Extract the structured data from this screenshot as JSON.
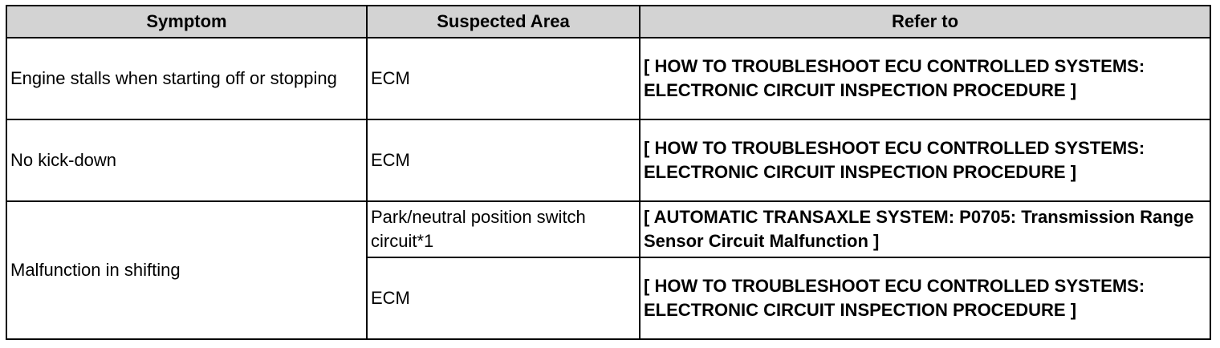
{
  "table": {
    "headers": [
      "Symptom",
      "Suspected Area",
      "Refer to"
    ],
    "rows": [
      {
        "symptom": "Engine stalls when starting off or stopping",
        "area": "ECM",
        "refer": "[ HOW TO TROUBLESHOOT ECU CONTROLLED SYSTEMS: ELECTRONIC CIRCUIT INSPECTION PROCEDURE ]"
      },
      {
        "symptom": "No kick-down",
        "area": "ECM",
        "refer": "[ HOW TO TROUBLESHOOT ECU CONTROLLED SYSTEMS: ELECTRONIC CIRCUIT INSPECTION PROCEDURE ]"
      },
      {
        "symptom": "Malfunction in shifting",
        "area": "Park/neutral position switch circuit*1",
        "refer": "[ AUTOMATIC TRANSAXLE SYSTEM: P0705: Transmission Range Sensor Circuit Malfunction ]"
      },
      {
        "area": "ECM",
        "refer": "[ HOW TO TROUBLESHOOT ECU CONTROLLED SYSTEMS: ELECTRONIC CIRCUIT INSPECTION PROCEDURE ]"
      }
    ]
  }
}
